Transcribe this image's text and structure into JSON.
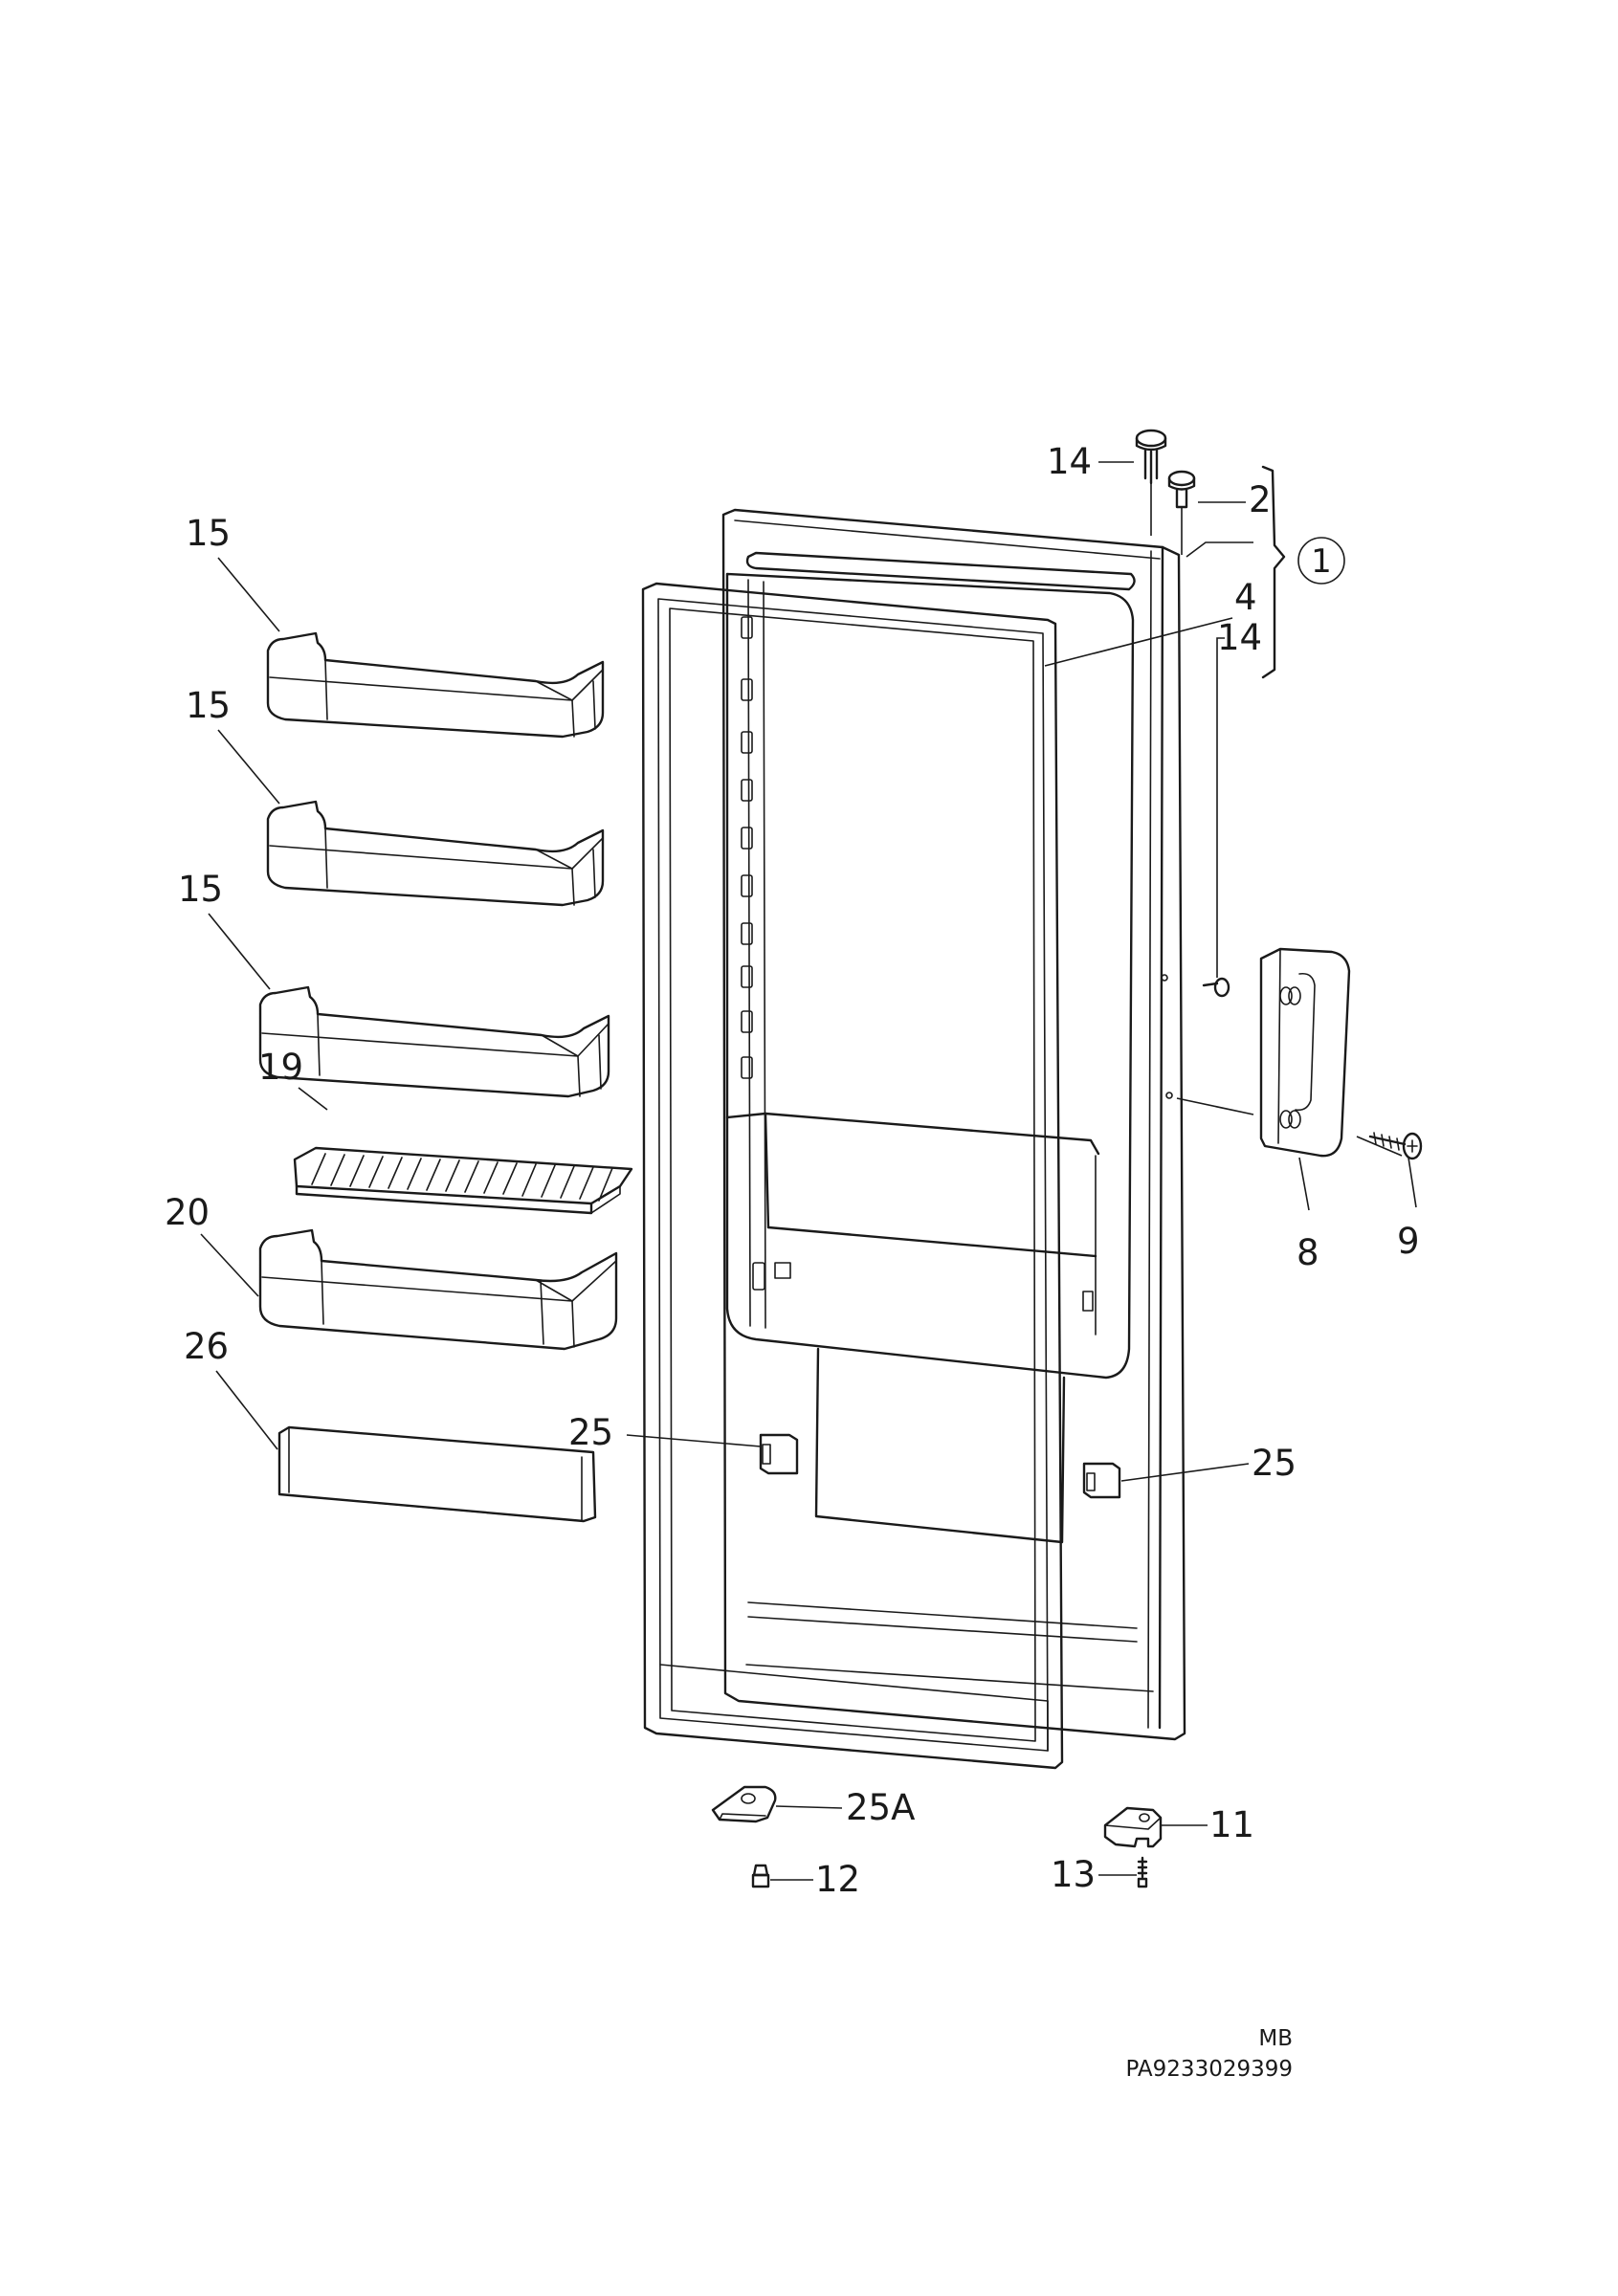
{
  "callouts": {
    "c1": "1",
    "c2": "2",
    "c4": "4",
    "c8": "8",
    "c9": "9",
    "c11": "11",
    "c12": "12",
    "c13": "13",
    "c14a": "14",
    "c14b": "14",
    "c15a": "15",
    "c15b": "15",
    "c15c": "15",
    "c19": "19",
    "c20": "20",
    "c25a": "25",
    "c25b": "25",
    "c25A": "25A",
    "c26": "26"
  },
  "footer": {
    "code": "MB",
    "part_number": "PA9233029399"
  }
}
